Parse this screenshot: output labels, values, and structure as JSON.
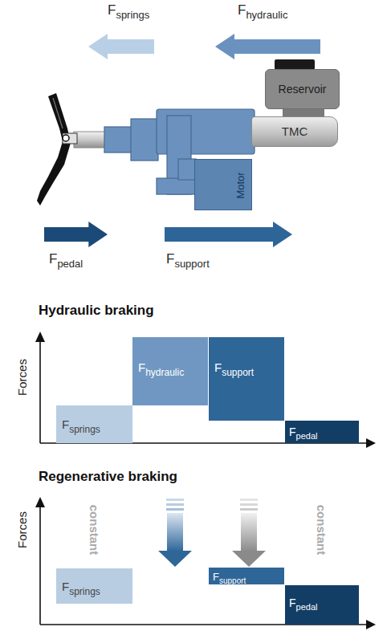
{
  "diagram": {
    "nodes": [
      {
        "text": [
          "F",
          "springs"
        ]
      },
      {
        "text": [
          "F",
          "hydraulic"
        ]
      },
      {
        "text": [
          "Reservoir"
        ]
      },
      {
        "text": [
          "TMC"
        ]
      },
      {
        "text": [
          "Motor"
        ]
      },
      {
        "text": [
          "F",
          "pedal"
        ]
      },
      {
        "text": [
          "F",
          "support"
        ]
      },
      {
        "text": [
          "F",
          "springs"
        ]
      },
      {
        "text": [
          "F",
          "hydraulic"
        ]
      },
      {
        "text": [
          "F",
          "support"
        ]
      },
      {
        "text": [
          "F",
          "pedal"
        ]
      },
      {
        "text": [
          "F",
          "springs"
        ]
      },
      {
        "text": [
          "F",
          "support"
        ]
      },
      {
        "text": [
          "F",
          "pedal"
        ]
      }
    ],
    "labels": [
      "Hydraulic braking",
      "Forces",
      "Regenerative braking",
      "constant",
      "Forces",
      "constant"
    ]
  }
}
